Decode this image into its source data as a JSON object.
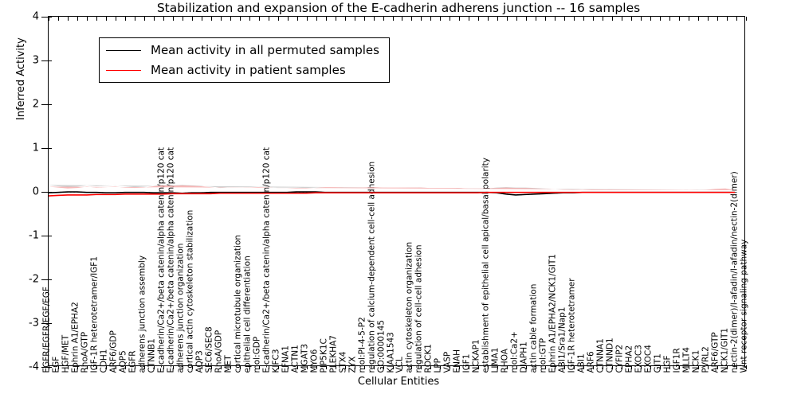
{
  "chart_data": {
    "type": "line",
    "title": "Stabilization and expansion of the E-cadherin adherens junction -- 16 samples",
    "xlabel": "Cellular Entities",
    "ylabel": "Inferred Activity",
    "ylim": [
      -4,
      4
    ],
    "yticks": [
      -4,
      -3,
      -2,
      -1,
      0,
      1,
      2,
      3,
      4
    ],
    "ytick_labels": [
      "-4",
      "-3",
      "-2",
      "-1",
      "0",
      "1",
      "2",
      "3",
      "4"
    ],
    "grid": false,
    "legend_position": "upper left",
    "legend": [
      {
        "name": "Mean activity in all permuted samples",
        "color": "#000000"
      },
      {
        "name": "Mean activity in patient samples",
        "color": "#ff0000"
      }
    ],
    "categories": [
      "EGFR/EGFR/EGF/EGF",
      "EGF",
      "HGF/MET",
      "Ephrin A1/EPHA2",
      "RhoA/GTP",
      "IGF-1R heterotetramer/IGF1",
      "CDH1",
      "ARF6/GDP",
      "AQP5",
      "EGFR",
      "adherens junction assembly",
      "CTNNB1",
      "E-cadherin/Ca2+/beta catenin/alpha catenin/p120 cat",
      "E-cadherin/Ca2+/beta catenin/alpha catenin/p120 cat",
      "adherens junction organization",
      "cortical actin cytoskeleton stabilization",
      "AQP3",
      "SEC6/SEC8",
      "RhoA/GDP",
      "MET",
      "cortical microtubule organization",
      "epithelial cell differentiation",
      "mol:GDP",
      "E-cadherin/Ca2+/beta catenin/alpha catenin/p120 cat",
      "KIFC3",
      "EFNA1",
      "ACTN1",
      "MGAT3",
      "MYO6",
      "PIP5K1C",
      "PLEKHA7",
      "STX4",
      "ZYX",
      "mol:PI-4-5-P2",
      "regulation of calcium-dependent cell-cell adhesion",
      "GO:0000145",
      "KIAA1543",
      "VCL",
      "actin cytoskeleton organization",
      "regulation of cell-cell adhesion",
      "ROCK1",
      "LPP",
      "VASP",
      "ENAH",
      "IGF1",
      "NCKAP1",
      "establishment of epithelial cell apical/basal polarity",
      "LIMA1",
      "RHOA",
      "mol:Ca2+",
      "DIAPH1",
      "actin cable formation",
      "mol:GTP",
      "Ephrin A1/EPHA2/NCK1/GIT1",
      "ABI1/Sra1/Nap1",
      "IGF-1R heterotetramer",
      "ABI1",
      "ARF6",
      "CTNNA1",
      "CTNND1",
      "CYFIP2",
      "EPHA2",
      "EXOC3",
      "EXOC4",
      "GIT1",
      "HGF",
      "IGF1R",
      "MLLT4",
      "NCK1",
      "PVRL2",
      "ARF6/GTP",
      "NCK1/GIT1",
      "nectin-2(dimer)/l-afadin/l-afadin/nectin-2(dimer)",
      "Wnt receptor signaling pathway"
    ],
    "series": [
      {
        "name": "Mean activity in all permuted samples",
        "color": "#000000",
        "band_color": "#c8c8c8",
        "values": [
          -0.04,
          -0.03,
          -0.02,
          -0.02,
          -0.03,
          -0.03,
          -0.04,
          -0.04,
          -0.03,
          -0.03,
          -0.03,
          -0.04,
          -0.04,
          -0.04,
          -0.05,
          -0.04,
          -0.04,
          -0.03,
          -0.03,
          -0.03,
          -0.03,
          -0.03,
          -0.03,
          -0.03,
          -0.03,
          -0.03,
          -0.02,
          -0.02,
          -0.02,
          -0.03,
          -0.03,
          -0.03,
          -0.03,
          -0.03,
          -0.03,
          -0.03,
          -0.03,
          -0.03,
          -0.03,
          -0.03,
          -0.03,
          -0.03,
          -0.03,
          -0.03,
          -0.03,
          -0.03,
          -0.03,
          -0.04,
          -0.07,
          -0.09,
          -0.08,
          -0.07,
          -0.06,
          -0.05,
          -0.04,
          -0.04,
          -0.03,
          -0.03,
          -0.03,
          -0.03,
          -0.03,
          -0.03,
          -0.03,
          -0.03,
          -0.03,
          -0.03,
          -0.03,
          -0.03,
          -0.03,
          -0.03,
          -0.03,
          -0.03,
          -0.03
        ],
        "band_lower": [
          -0.22,
          -0.17,
          -0.13,
          -0.14,
          -0.19,
          -0.17,
          -0.2,
          -0.21,
          -0.17,
          -0.15,
          -0.16,
          -0.2,
          -0.22,
          -0.21,
          -0.24,
          -0.21,
          -0.2,
          -0.16,
          -0.14,
          -0.15,
          -0.15,
          -0.15,
          -0.16,
          -0.15,
          -0.14,
          -0.14,
          -0.12,
          -0.11,
          -0.12,
          -0.15,
          -0.15,
          -0.14,
          -0.14,
          -0.14,
          -0.15,
          -0.14,
          -0.14,
          -0.14,
          -0.14,
          -0.14,
          -0.13,
          -0.13,
          -0.13,
          -0.13,
          -0.12,
          -0.12,
          -0.12,
          -0.16,
          -0.23,
          -0.26,
          -0.24,
          -0.21,
          -0.18,
          -0.15,
          -0.12,
          -0.11,
          -0.1,
          -0.09,
          -0.09,
          -0.09,
          -0.09,
          -0.09,
          -0.09,
          -0.09,
          -0.09,
          -0.09,
          -0.09,
          -0.09,
          -0.08,
          -0.08,
          -0.08,
          -0.08,
          -0.08
        ],
        "band_upper": [
          0.14,
          0.11,
          0.09,
          0.1,
          0.13,
          0.11,
          0.12,
          0.13,
          0.11,
          0.09,
          0.1,
          0.12,
          0.14,
          0.13,
          0.14,
          0.13,
          0.12,
          0.1,
          0.08,
          0.09,
          0.09,
          0.09,
          0.1,
          0.09,
          0.08,
          0.08,
          0.08,
          0.07,
          0.08,
          0.09,
          0.09,
          0.08,
          0.08,
          0.08,
          0.09,
          0.08,
          0.08,
          0.08,
          0.08,
          0.08,
          0.07,
          0.07,
          0.07,
          0.07,
          0.06,
          0.06,
          0.06,
          0.08,
          0.09,
          0.08,
          0.08,
          0.07,
          0.06,
          0.05,
          0.04,
          0.03,
          0.04,
          0.03,
          0.03,
          0.03,
          0.03,
          0.03,
          0.03,
          0.03,
          0.03,
          0.03,
          0.03,
          0.03,
          0.02,
          0.02,
          0.02,
          0.02,
          0.02
        ]
      },
      {
        "name": "Mean activity in patient samples",
        "color": "#ff0000",
        "band_color": "#f4a0a0",
        "values": [
          -0.11,
          -0.1,
          -0.09,
          -0.09,
          -0.09,
          -0.08,
          -0.08,
          -0.08,
          -0.07,
          -0.07,
          -0.07,
          -0.07,
          -0.07,
          -0.06,
          -0.06,
          -0.06,
          -0.06,
          -0.06,
          -0.05,
          -0.05,
          -0.05,
          -0.05,
          -0.05,
          -0.05,
          -0.05,
          -0.05,
          -0.05,
          -0.05,
          -0.04,
          -0.04,
          -0.04,
          -0.04,
          -0.04,
          -0.04,
          -0.04,
          -0.04,
          -0.04,
          -0.04,
          -0.04,
          -0.04,
          -0.04,
          -0.04,
          -0.04,
          -0.04,
          -0.04,
          -0.04,
          -0.03,
          -0.03,
          -0.03,
          -0.03,
          -0.03,
          -0.03,
          -0.03,
          -0.03,
          -0.03,
          -0.03,
          -0.03,
          -0.03,
          -0.03,
          -0.03,
          -0.03,
          -0.03,
          -0.03,
          -0.03,
          -0.03,
          -0.03,
          -0.03,
          -0.03,
          -0.03,
          -0.03,
          -0.03,
          -0.03,
          -0.03
        ],
        "band_lower": [
          -0.34,
          -0.28,
          -0.24,
          -0.25,
          -0.28,
          -0.25,
          -0.26,
          -0.27,
          -0.23,
          -0.21,
          -0.23,
          -0.27,
          -0.28,
          -0.26,
          -0.28,
          -0.26,
          -0.24,
          -0.21,
          -0.19,
          -0.2,
          -0.2,
          -0.2,
          -0.21,
          -0.19,
          -0.18,
          -0.18,
          -0.16,
          -0.15,
          -0.16,
          -0.19,
          -0.19,
          -0.18,
          -0.18,
          -0.18,
          -0.19,
          -0.18,
          -0.18,
          -0.18,
          -0.18,
          -0.17,
          -0.17,
          -0.17,
          -0.17,
          -0.16,
          -0.15,
          -0.15,
          -0.15,
          -0.17,
          -0.19,
          -0.18,
          -0.17,
          -0.16,
          -0.15,
          -0.13,
          -0.11,
          -0.1,
          -0.09,
          -0.08,
          -0.08,
          -0.08,
          -0.08,
          -0.07,
          -0.07,
          -0.07,
          -0.07,
          -0.07,
          -0.07,
          -0.07,
          -0.07,
          -0.07,
          -0.09,
          -0.1,
          -0.07
        ],
        "band_upper": [
          0.1,
          0.08,
          0.06,
          0.07,
          0.1,
          0.08,
          0.09,
          0.1,
          0.08,
          0.07,
          0.08,
          0.11,
          0.13,
          0.12,
          0.13,
          0.12,
          0.11,
          0.09,
          0.07,
          0.08,
          0.08,
          0.08,
          0.09,
          0.08,
          0.07,
          0.07,
          0.06,
          0.06,
          0.07,
          0.09,
          0.09,
          0.08,
          0.08,
          0.08,
          0.09,
          0.08,
          0.08,
          0.08,
          0.08,
          0.08,
          0.07,
          0.07,
          0.07,
          0.07,
          0.06,
          0.06,
          0.06,
          0.07,
          0.08,
          0.07,
          0.07,
          0.06,
          0.05,
          0.04,
          0.03,
          0.03,
          0.03,
          0.02,
          0.02,
          0.02,
          0.02,
          0.02,
          0.02,
          0.02,
          0.02,
          0.02,
          0.02,
          0.02,
          0.02,
          0.03,
          0.05,
          0.06,
          0.02
        ]
      }
    ]
  }
}
